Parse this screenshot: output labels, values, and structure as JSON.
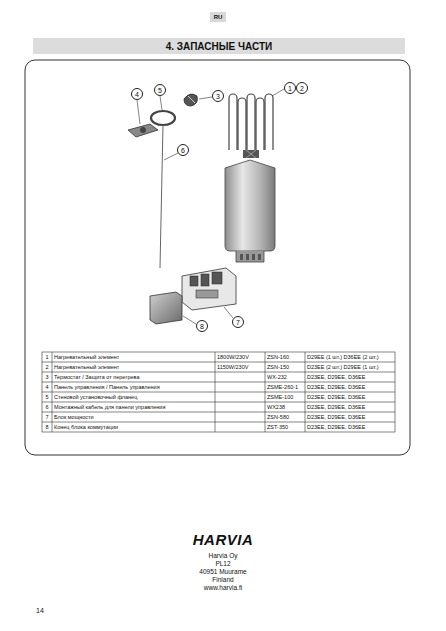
{
  "diagram": {
    "title": "4. ЗАПАСНЫЕ ЧАСТИ",
    "nodes": [
      {
        "text": [
          "RU"
        ]
      },
      {
        "text": [
          "1"
        ]
      },
      {
        "text": [
          "2"
        ]
      },
      {
        "text": [
          "3"
        ]
      },
      {
        "text": [
          "4"
        ]
      },
      {
        "text": [
          "5"
        ]
      },
      {
        "text": [
          "6"
        ]
      },
      {
        "text": [
          "7"
        ]
      },
      {
        "text": [
          "8"
        ]
      }
    ],
    "labels": [
      "1",
      "Нагревательный элемент",
      "1800W/230V",
      "ZSN-160",
      "D29EE (1 шт.) D36EE (2 шт.)",
      "2",
      "Нагревательный элемент",
      "1150W/230V",
      "ZSN-150",
      "D23EE (2 шт.) D29EE (1 шт.)",
      "3",
      "Термостат / Защита от перегрева",
      "WX-232",
      "D23EE, D29EE, D36EE",
      "4",
      "Панель управления / Панель управления",
      "ZSME-260-1",
      "D23EE, D29EE, D36EE",
      "5",
      "Стеновой установочный фланец",
      "ZSME-100",
      "D23EE, D29EE, D36EE",
      "6",
      "Монтажный кабель для панели управления",
      "WX238",
      "D23EE, D29EE, D36EE",
      "7",
      "Блок мощности",
      "ZSN-580",
      "D23EE, D29EE, D36EE",
      "8",
      "Конец блока коммутации",
      "ZST-350",
      "D23EE, D29EE, D36EE",
      "HARVIA",
      "Harvia Oy",
      "PL12",
      "40951 Muurame",
      "Finland",
      "www.harvia.fi",
      "14"
    ]
  }
}
